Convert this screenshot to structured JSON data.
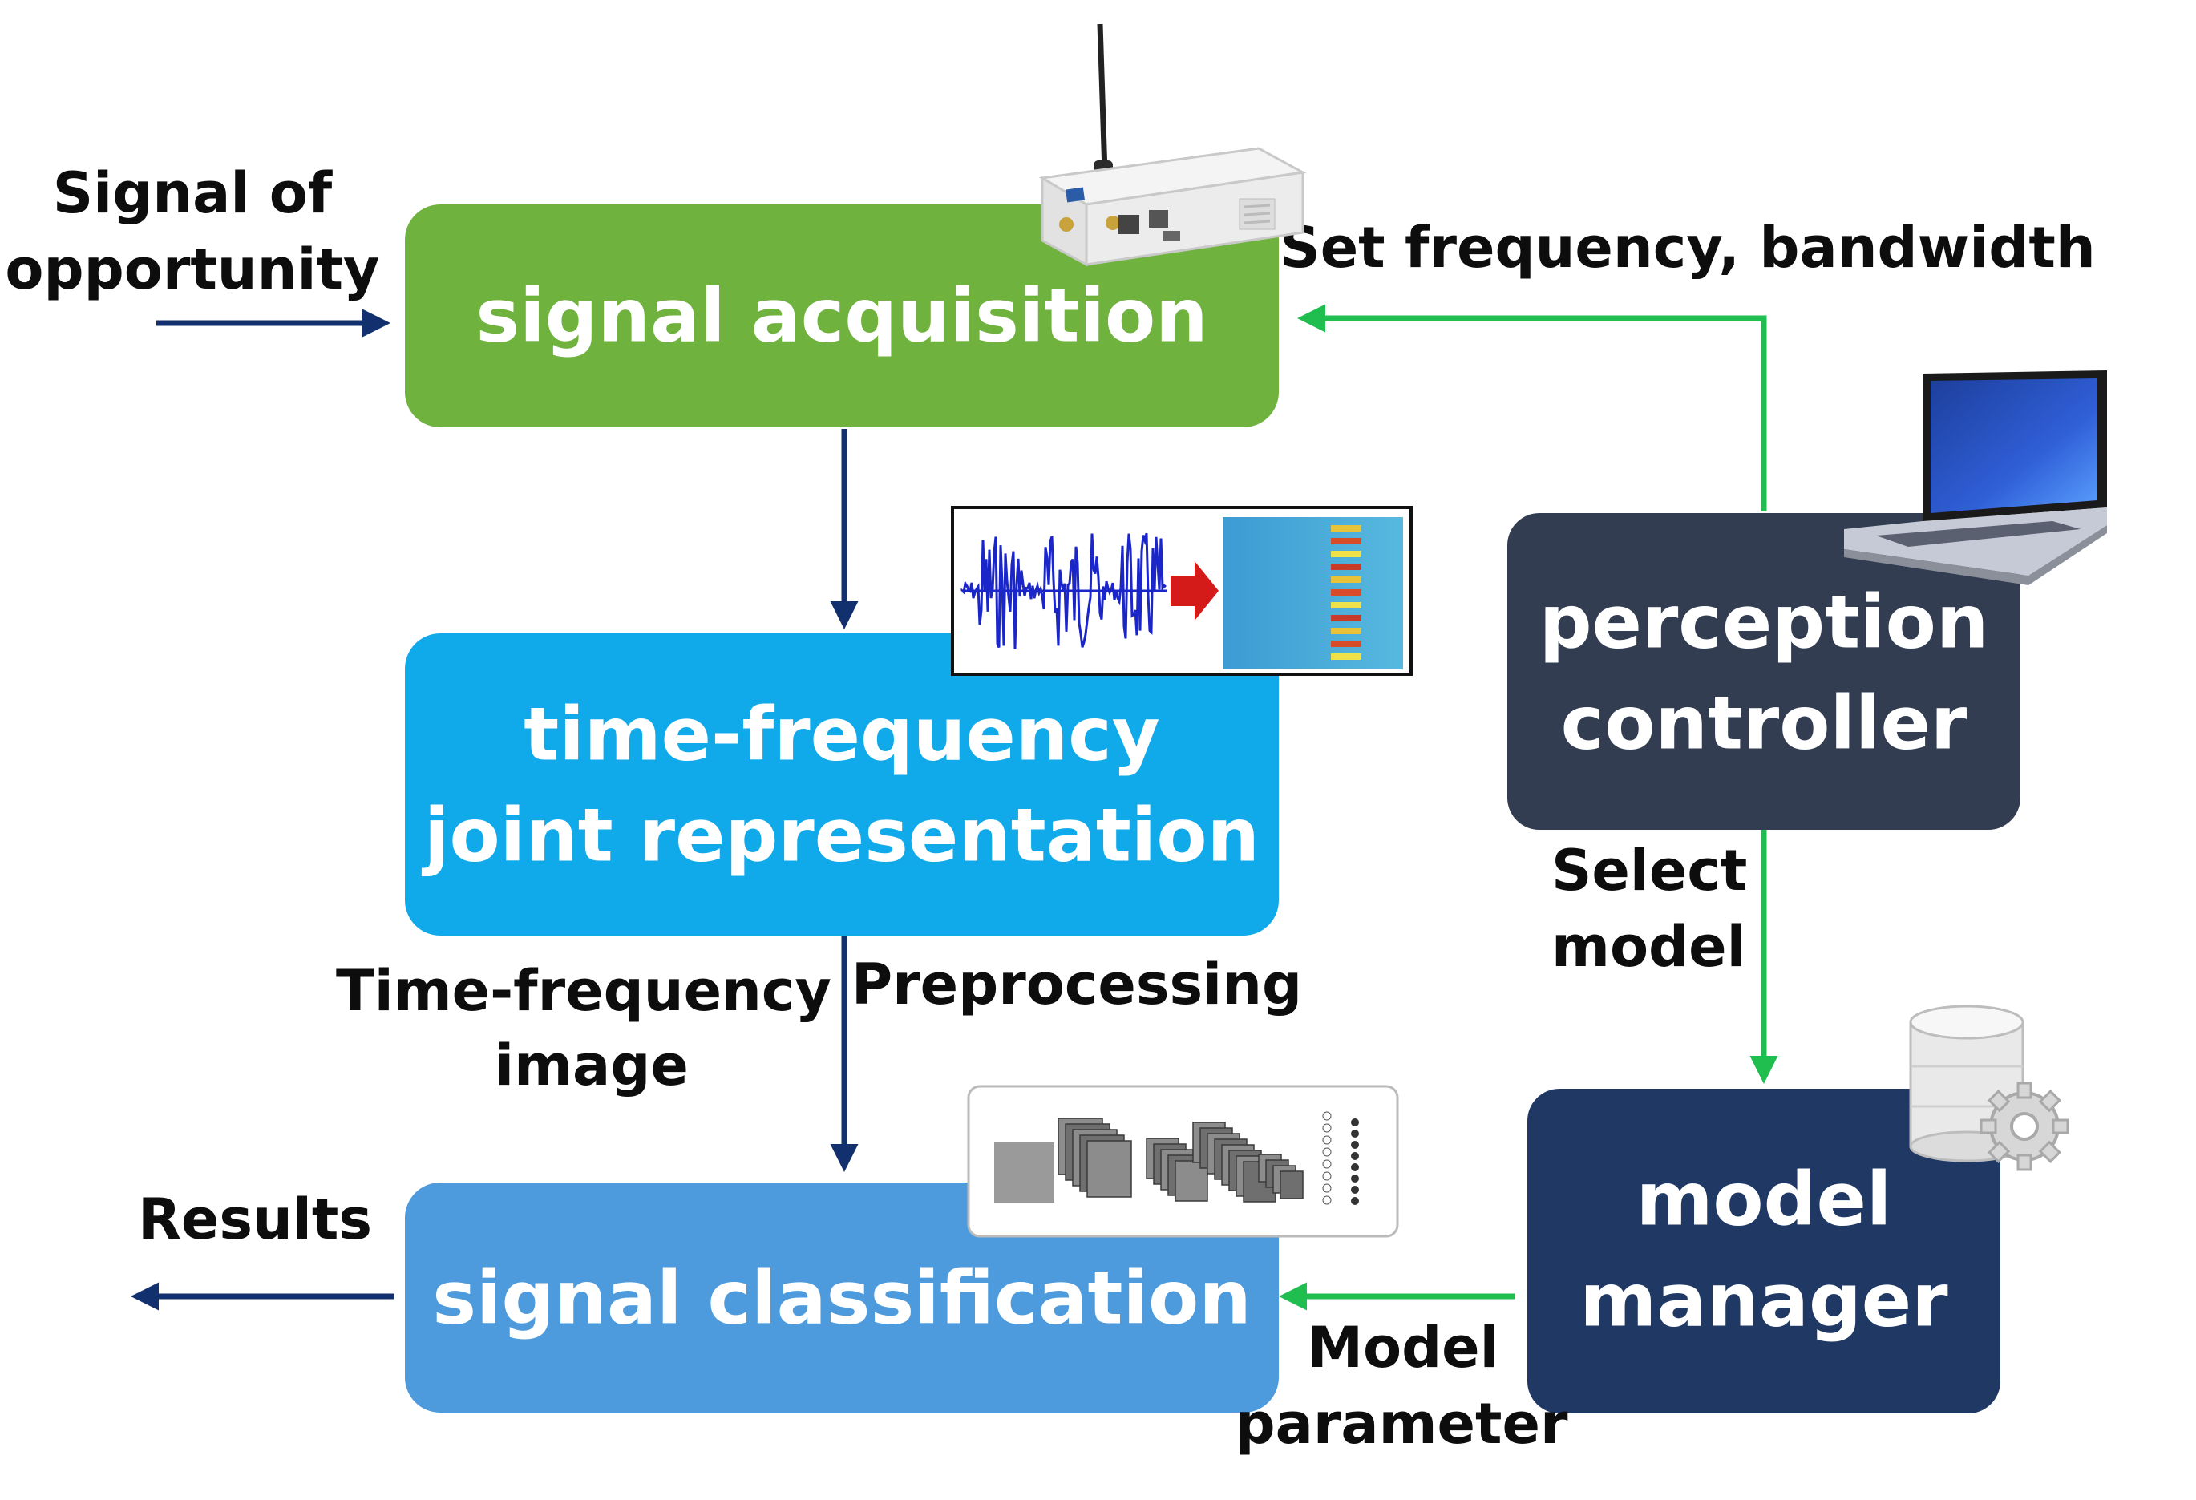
{
  "blocks": {
    "acquisition": {
      "label": "signal acquisition",
      "color": "#6fb23e"
    },
    "tf_representation": {
      "line1": "time-frequency",
      "line2": "joint representation",
      "color": "#10aaea"
    },
    "classification": {
      "label": "signal classification",
      "color": "#4d9bdc"
    },
    "perception_controller": {
      "line1": "perception",
      "line2": "controller",
      "color": "#323d51"
    },
    "model_manager": {
      "line1": "model",
      "line2": "manager",
      "color": "#1f3864"
    }
  },
  "labels": {
    "input_line1": "Signal of",
    "input_line2": "opportunity",
    "set_frequency": "Set frequency, bandwidth",
    "tf_image_line1": "Time-frequency",
    "tf_image_line2": "image",
    "preprocessing": "Preprocessing",
    "select_line1": "Select",
    "select_line2": "model",
    "results": "Results",
    "model_param_line1": "Model",
    "model_param_line2": "parameter"
  },
  "icons": {
    "sdr": "sdr-device-icon",
    "spectrogram": "waveform-spectrogram-image",
    "cnn": "cnn-architecture-image",
    "laptop": "laptop-icon",
    "database": "database-gear-icon"
  },
  "colors": {
    "flow_arrow": "#13306e",
    "control_arrow": "#1fbe4f"
  }
}
